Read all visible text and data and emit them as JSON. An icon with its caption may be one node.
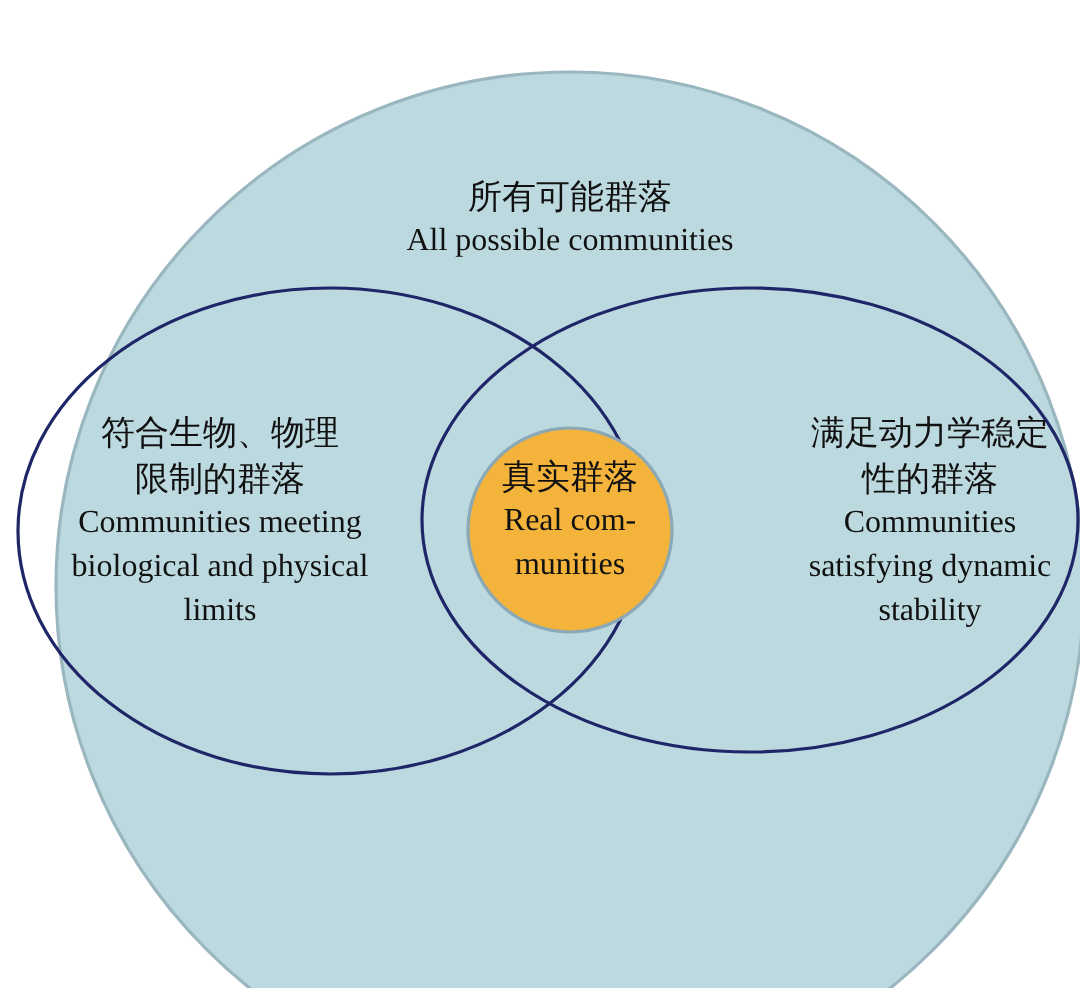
{
  "diagram": {
    "nodes": [
      {
        "text": [
          "所有可能群落",
          "All possible communities"
        ]
      },
      {
        "text": [
          "符合生物、物理限制的群落",
          "Communities meeting biological and physical limits"
        ],
        "in": 0
      },
      {
        "text": [
          "满足动力学稳定性的群落",
          "Communities satisfying dynamic stability"
        ],
        "in": 0
      },
      {
        "text": [
          "真实群落",
          "Real com-munities"
        ],
        "in": 2
      }
    ]
  }
}
